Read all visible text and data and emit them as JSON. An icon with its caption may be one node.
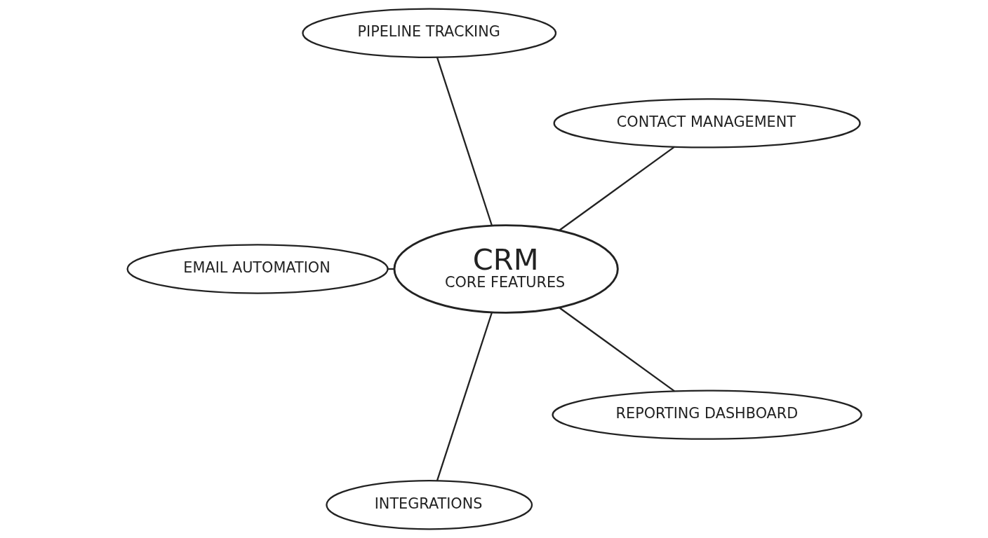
{
  "diagram": {
    "nodes": [
      {
        "text": [
          "CONTACT MANAGEMENT"
        ]
      },
      {
        "text": [
          "PIPELINE TRACKING"
        ]
      },
      {
        "text": [
          "CRM",
          "CORE FEATURES"
        ]
      },
      {
        "text": [
          "EMAIL AUTOMATION"
        ]
      },
      {
        "text": [
          "INTEGRATIONS"
        ]
      },
      {
        "text": [
          "REPORTING DASHBOARD"
        ]
      }
    ],
    "edges": [
      {
        "from": 2,
        "to": 0,
        "arrow": "none"
      },
      {
        "from": 2,
        "to": 1,
        "arrow": "none"
      },
      {
        "from": 2,
        "to": 3,
        "arrow": "none"
      },
      {
        "from": 2,
        "to": 4,
        "arrow": "none"
      },
      {
        "from": 2,
        "to": 5,
        "arrow": "none"
      }
    ]
  }
}
